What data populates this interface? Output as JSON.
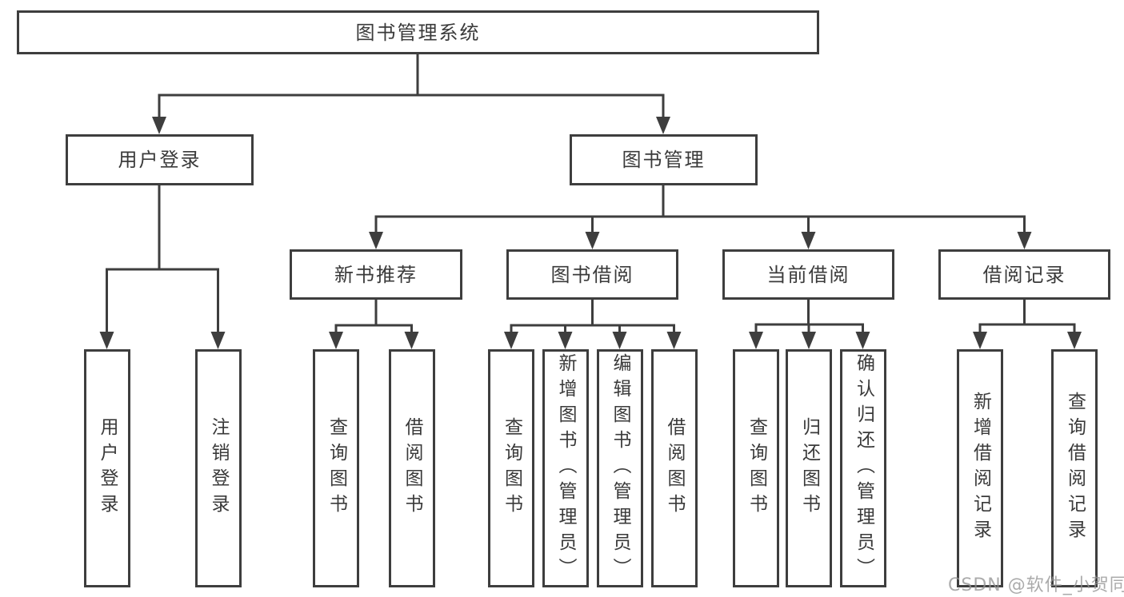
{
  "diagram_type": "hierarchy-flowchart",
  "colors": {
    "line": "#3e3e3e",
    "text": "#3a3a3a",
    "node_background": "#ffffff",
    "watermark": "#949494",
    "background": "#ffffff"
  },
  "tree": {
    "label": "图书管理系统",
    "children": [
      {
        "label": "用户登录",
        "children": [
          {
            "label": "用户登录"
          },
          {
            "label": "注销登录"
          }
        ]
      },
      {
        "label": "图书管理",
        "children": [
          {
            "label": "新书推荐",
            "children": [
              {
                "label": "查询图书"
              },
              {
                "label": "借阅图书"
              }
            ]
          },
          {
            "label": "图书借阅",
            "children": [
              {
                "label": "查询图书"
              },
              {
                "label": "新增图书（管理员）"
              },
              {
                "label": "编辑图书（管理员）"
              },
              {
                "label": "借阅图书"
              }
            ]
          },
          {
            "label": "当前借阅",
            "children": [
              {
                "label": "查询图书"
              },
              {
                "label": "归还图书"
              },
              {
                "label": "确认归还（管理员）"
              }
            ]
          },
          {
            "label": "借阅记录",
            "children": [
              {
                "label": "新增借阅记录"
              },
              {
                "label": "查询借阅记录"
              }
            ]
          }
        ]
      }
    ]
  },
  "watermark": {
    "text": "CSDN @软件_小贺同学"
  }
}
